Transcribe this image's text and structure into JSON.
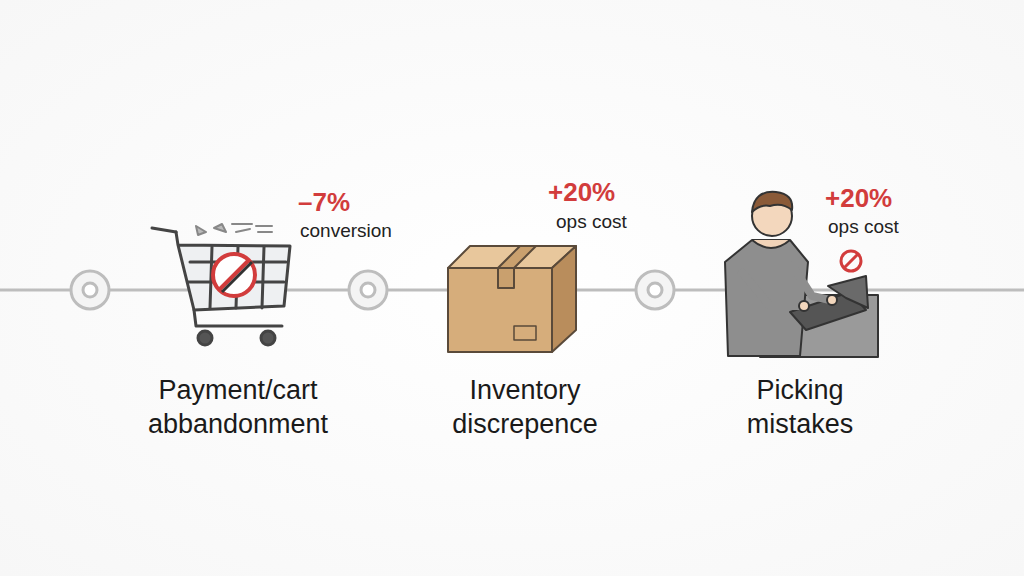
{
  "diagram": {
    "labels": [
      "–7%",
      "conversion",
      "+20%",
      "ops cost",
      "+20%",
      "ops cost",
      "Payment/cart abbandonment",
      "Inventory discrepence",
      "Picking mistakes"
    ]
  }
}
